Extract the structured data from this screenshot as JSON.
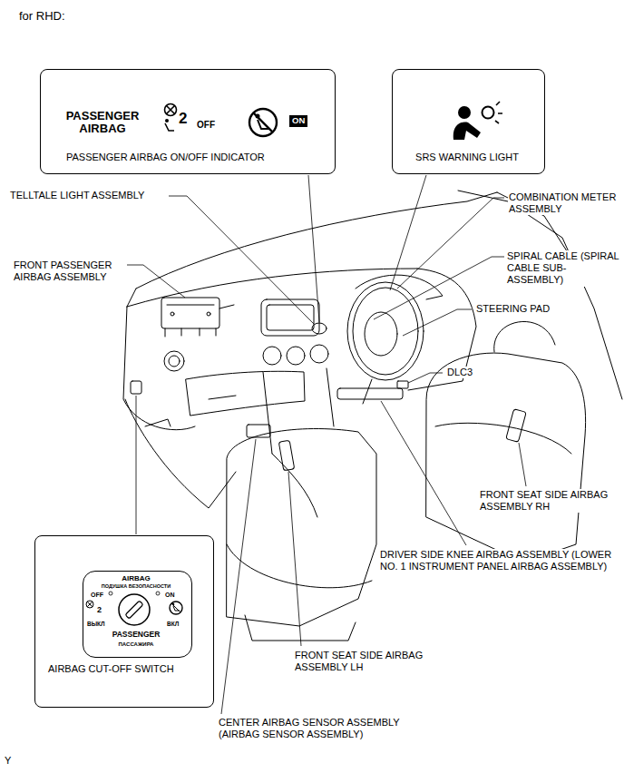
{
  "diagram": {
    "title": "for RHD:",
    "nodes": [
      {
        "text": [
          "PASSENGER AIRBAG",
          "2",
          "OFF",
          "ON",
          "PASSENGER AIRBAG ON/OFF INDICATOR"
        ]
      },
      {
        "text": [
          "SRS WARNING LIGHT"
        ]
      },
      {
        "text": [
          "AIRBAG CUT-OFF SWITCH"
        ]
      },
      {
        "text": [
          "AIRBAG",
          "ПОДУШКА БЕЗОПАСНОСТИ",
          "OFF",
          "ON",
          "2",
          "ВЫКЛ",
          "ВКЛ",
          "PASSENGER",
          "ПАССАЖИРА"
        ],
        "in": 2
      }
    ],
    "labels": [
      "TELLTALE LIGHT ASSEMBLY",
      "FRONT PASSENGER AIRBAG ASSEMBLY",
      "COMBINATION METER ASSEMBLY",
      "SPIRAL CABLE (SPIRAL CABLE SUB-ASSEMBLY)",
      "STEERING PAD",
      "DLC3",
      "FRONT SEAT SIDE AIRBAG ASSEMBLY RH",
      "DRIVER SIDE KNEE AIRBAG ASSEMBLY (LOWER NO. 1 INSTRUMENT PANEL AIRBAG ASSEMBLY)",
      "FRONT SEAT SIDE AIRBAG ASSEMBLY LH",
      "CENTER AIRBAG SENSOR ASSEMBLY (AIRBAG SENSOR ASSEMBLY)",
      "Y"
    ]
  }
}
